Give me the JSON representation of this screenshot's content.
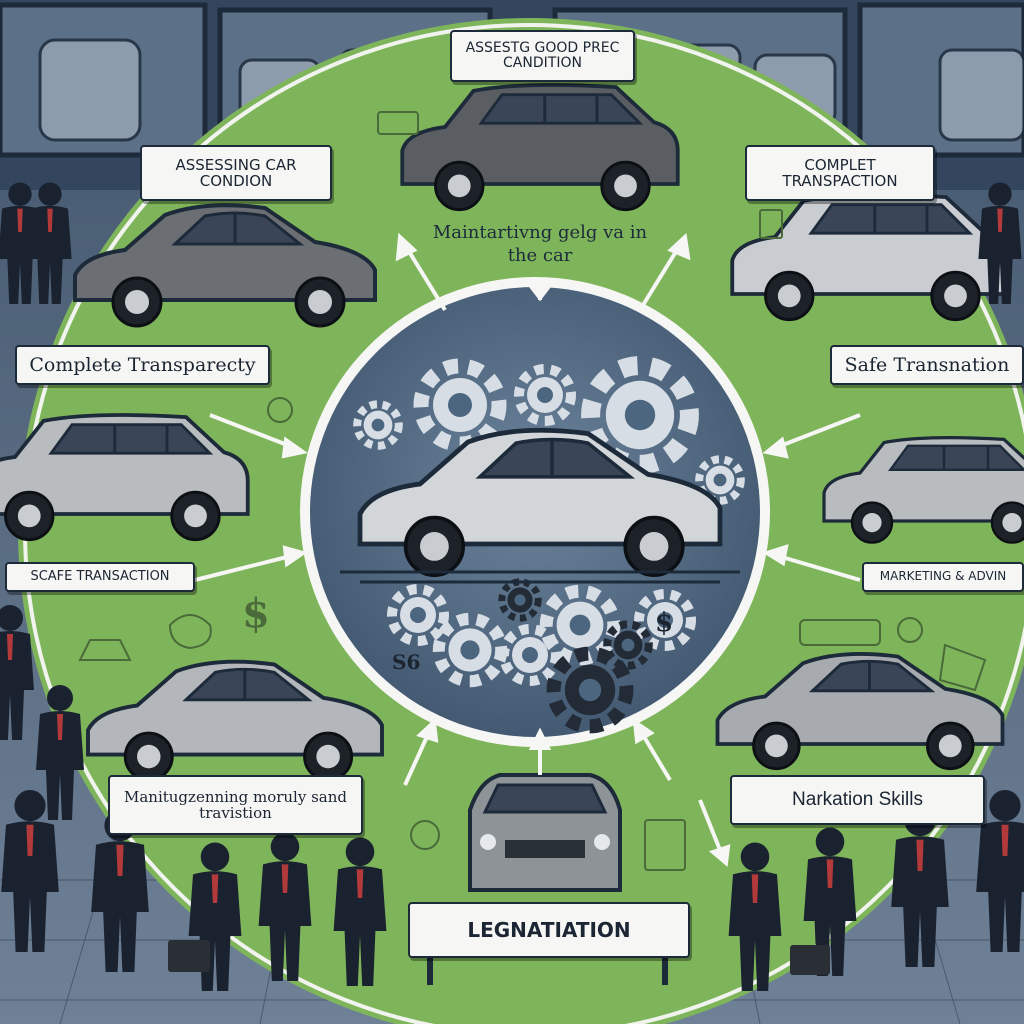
{
  "labels": {
    "assess_good_price": "ASSESTG GOOD PREC CANDITION",
    "assessing_car_condition": "ASSESSING CAR CONDION",
    "complete_transparency_top": "COMPLET TRANSPACTION",
    "center_caption": "Maintartivng gelg va in the car",
    "complete_transparency": "Complete Transparecty",
    "safe_transaction_right": "Safe Transnation",
    "safe_transaction_left": "SCAFE TRANSACTION",
    "marketing_advice": "MARKETING & ADVIN",
    "maintaining_mobility": "Manitugzenning moruly sand travistion",
    "negotiation_skills": "Narkation Skills",
    "negotiation": "LEGNATIATION",
    "dollar_sign": "$",
    "dollar_s": "S6"
  },
  "icons": [
    "gear-icon",
    "dollar-icon",
    "handshake-icon",
    "document-icon",
    "arrow-icon",
    "person-icon",
    "car-icon"
  ],
  "colors": {
    "ring_green": "#7fb55a",
    "circle_blue": "#4d6680",
    "showroom_dark": "#33465e",
    "label_bg": "#f6f7f5",
    "outline": "#1d2a3a",
    "car_silver": "#b9bcbf",
    "car_dark": "#5a5e63",
    "person": "#1a2230"
  }
}
